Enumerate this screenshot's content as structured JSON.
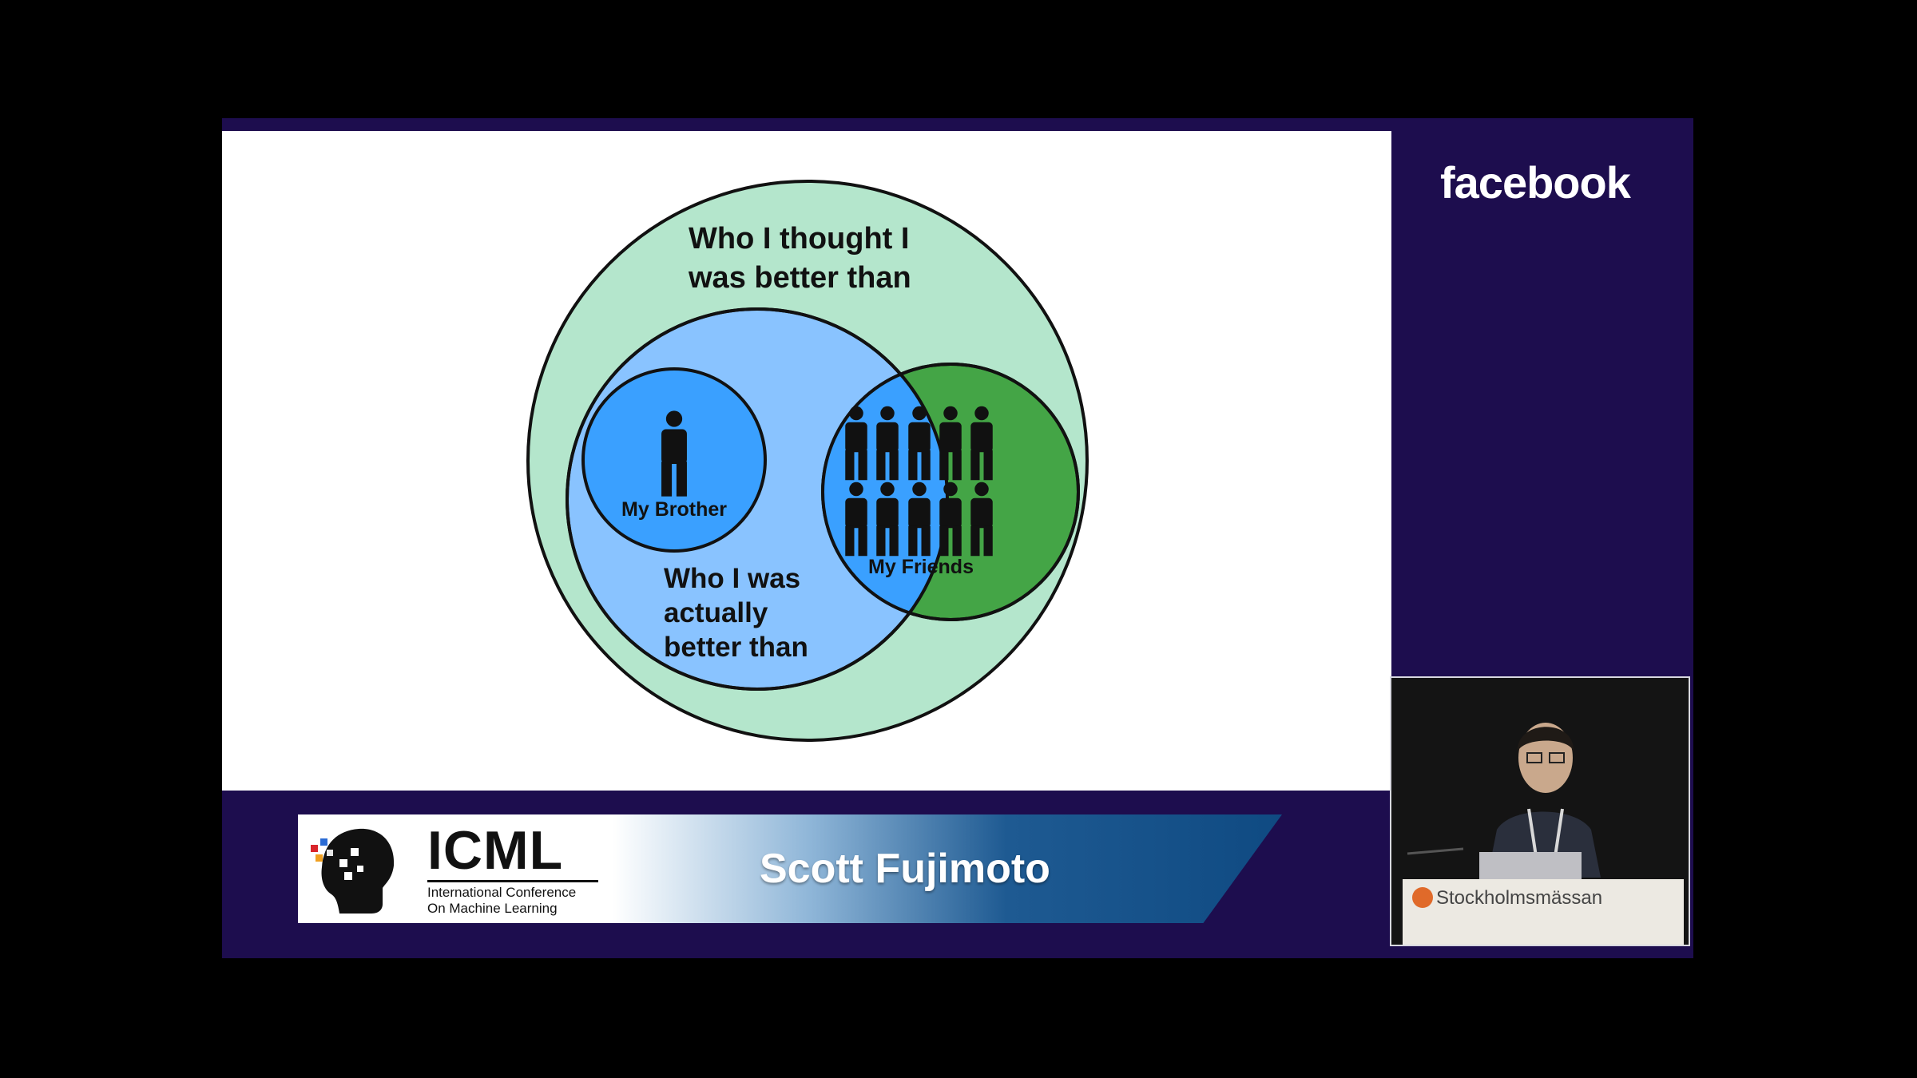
{
  "slide": {
    "diagram": {
      "outer_label": [
        "Who I thought I",
        "was better than"
      ],
      "middle_label": [
        "Who I was",
        "actually",
        "better than"
      ],
      "brother_label": "My Brother",
      "friends_label": "My Friends"
    }
  },
  "sidebar": {
    "logo": "facebook"
  },
  "banner": {
    "conference_title": "ICML",
    "conference_sub1": "International Conference",
    "conference_sub2": "On Machine Learning",
    "speaker": "Scott Fujimoto"
  },
  "camera": {
    "podium_label": "Stockholmsmässan"
  },
  "colors": {
    "outer": "#b4e6cc",
    "middle": "#89c3ff",
    "brother": "#3aa0ff",
    "friends": "#44a546",
    "frame": "#1d0d4e"
  }
}
